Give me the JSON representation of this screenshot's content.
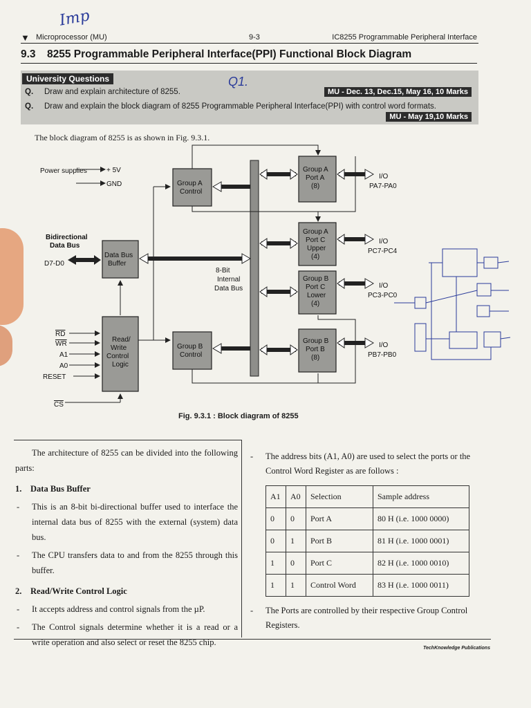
{
  "header": {
    "handwritten_note": "Imp",
    "left": "Microprocessor (MU)",
    "center": "9-3",
    "right": "IC8255 Programmable Peripheral Interface"
  },
  "section": {
    "number": "9.3",
    "title": "8255 Programmable Peripheral Interface(PPI) Functional Block Diagram"
  },
  "university_questions": {
    "label": "University Questions",
    "handwritten": "Q1.",
    "items": [
      {
        "q": "Q.",
        "text": "Draw and explain architecture of 8255.",
        "marks": "MU - Dec. 13, Dec.15, May 16, 10 Marks"
      },
      {
        "q": "Q.",
        "text": "Draw and explain the block diagram of 8255 Programmable Peripheral Interface(PPI) with control word formats.",
        "marks": "MU - May 19,10 Marks"
      }
    ]
  },
  "intro": "The block diagram of 8255 is as shown in Fig. 9.3.1.",
  "diagram": {
    "power": "Power supplies",
    "plus5v": "+ 5V",
    "gnd": "GND",
    "bidir": "Bidirectional",
    "databus_lbl": "Data Bus",
    "d_lines": "D7-D0",
    "data_bus_buffer": [
      "Data Bus",
      "Buffer"
    ],
    "rw_logic": [
      "Read/",
      "Write",
      "Control",
      "Logic"
    ],
    "group_a_control": [
      "Group A",
      "Control"
    ],
    "group_b_control": [
      "Group B",
      "Control"
    ],
    "internal_bus": [
      "8-Bit",
      "Internal",
      "Data Bus"
    ],
    "port_a": [
      "Group A",
      "Port A",
      "(8)"
    ],
    "port_cu": [
      "Group A",
      "Port C",
      "Upper",
      "(4)"
    ],
    "port_cl": [
      "Group B",
      "Port C",
      "Lower",
      "(4)"
    ],
    "port_b": [
      "Group B",
      "Port B",
      "(8)"
    ],
    "io": "I/O",
    "pa": "PA7-PA0",
    "pcu": "PC7-PC4",
    "pcl": "PC3-PC0",
    "pb": "PB7-PB0",
    "ctrl_signals": [
      "RD",
      "WR",
      "A1",
      "A0",
      "RESET"
    ],
    "cs": "CS",
    "caption": "Fig. 9.3.1 : Block diagram of 8255"
  },
  "left_col": {
    "para": "The architecture of 8255 can be divided into the following parts:",
    "s1_num": "1.",
    "s1_title": "Data Bus Buffer",
    "s1_b1": "This is an 8-bit bi-directional buffer used to interface the internal data bus of 8255 with the external (system) data bus.",
    "s1_b2": "The CPU transfers data to and from the 8255 through this buffer.",
    "s2_num": "2.",
    "s2_title": "Read/Write Control Logic",
    "s2_b1": "It accepts address and control signals from the µP.",
    "s2_b2": "The Control signals determine whether it is a read or a write operation and also select or reset the 8255 chip."
  },
  "right_col": {
    "intro": "The address bits (A1, A0) are used to select the ports or the Control Word Register as are follows :",
    "table": {
      "headers": [
        "A1",
        "A0",
        "Selection",
        "Sample address"
      ],
      "rows": [
        [
          "0",
          "0",
          "Port A",
          "80 H (i.e. 1000 0000)"
        ],
        [
          "0",
          "1",
          "Port B",
          "81 H (i.e. 1000 0001)"
        ],
        [
          "1",
          "0",
          "Port C",
          "82 H (i.e. 1000 0010)"
        ],
        [
          "1",
          "1",
          "Control Word",
          "83 H (i.e. 1000 0011)"
        ]
      ]
    },
    "note": "The Ports are controlled by their respective Group Control Registers."
  },
  "publisher": "TechKnowledge Publications"
}
